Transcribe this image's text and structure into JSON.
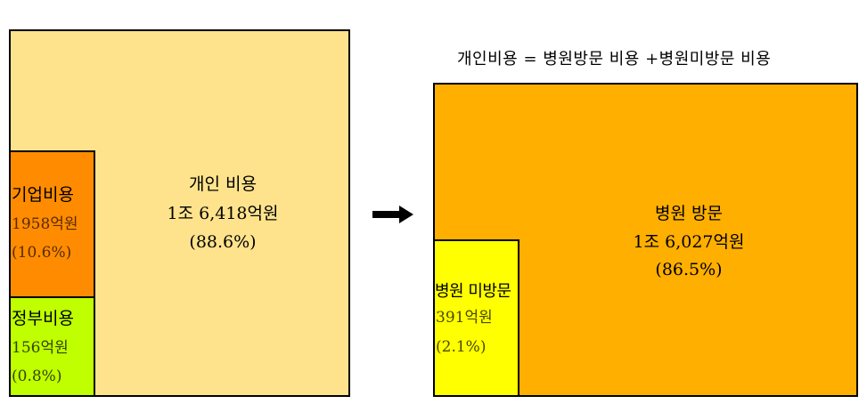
{
  "chart_data": [
    {
      "type": "treemap",
      "title": "",
      "items": [
        {
          "name": "개인 비용",
          "value_label": "1조 6,418억원",
          "percent_label": "(88.6%)",
          "value": 16418,
          "percent": 88.6,
          "color": "#FFE38C"
        },
        {
          "name": "기업비용",
          "value_label": "1958억원",
          "percent_label": "(10.6%)",
          "value": 1958,
          "percent": 10.6,
          "color": "#FF8C00"
        },
        {
          "name": "정부비용",
          "value_label": "156억원",
          "percent_label": "(0.8%)",
          "value": 156,
          "percent": 0.8,
          "color": "#BFFF00"
        }
      ]
    },
    {
      "type": "treemap",
      "title": "개인비용 = 병원방문 비용 +병원미방문 비용",
      "items": [
        {
          "name": "병원 방문",
          "value_label": "1조 6,027억원",
          "percent_label": "(86.5%)",
          "value": 16027,
          "percent": 86.5,
          "color": "#FFAF00"
        },
        {
          "name": "병원 미방문",
          "value_label": "391억원",
          "percent_label": "(2.1%)",
          "value": 391,
          "percent": 2.1,
          "color": "#FFFF00"
        }
      ]
    }
  ],
  "arrow_icon": "right-arrow-icon"
}
